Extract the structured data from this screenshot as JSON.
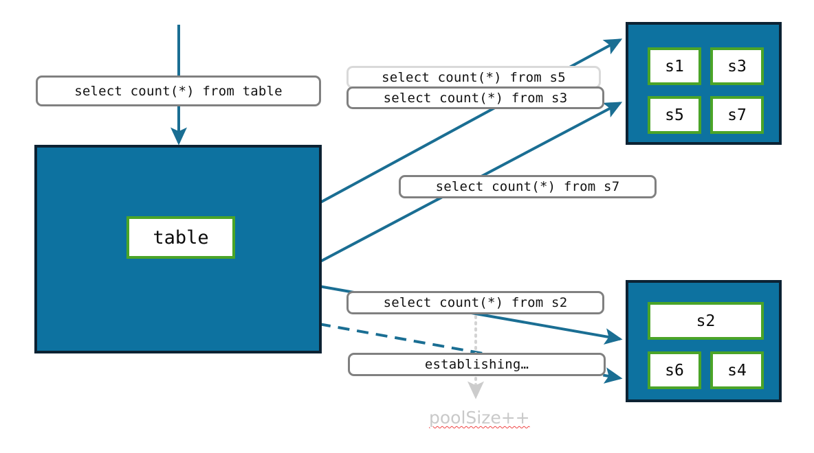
{
  "diagram": {
    "title": "connection pool query routing diagram",
    "colors": {
      "pool_fill": "#0d72a0",
      "pool_border": "#0c2233",
      "node_border": "#4ba428",
      "node_fill": "#ffffff",
      "edge": "#1a6e93",
      "label_border": "#808080",
      "label_border_light": "#d9d9d9",
      "ghost_text": "#c9c9c9",
      "spellcheck_underline": "#ef4444",
      "background": "#ffffff"
    },
    "main_pool": {
      "name": "table-pool",
      "node_label": "table"
    },
    "top_pool": {
      "name": "top-session-pool",
      "nodes": [
        "s1",
        "s3",
        "s5",
        "s7"
      ]
    },
    "bottom_pool": {
      "name": "bottom-session-pool",
      "nodes": [
        "s2",
        "s6",
        "s4"
      ]
    },
    "labels": {
      "entry_query": "select count(*) from table",
      "query_s5": "select count(*) from s5",
      "query_s3": "select count(*) from s3",
      "query_s7": "select count(*) from s7",
      "query_s2": "select count(*) from s2",
      "establishing": "establishing…",
      "pool_size_increment": "poolSize++"
    },
    "edges": [
      {
        "name": "entry-arrow",
        "from": "top",
        "to": "table-pool",
        "style": "solid"
      },
      {
        "name": "table-to-s5-arrow",
        "from": "table-pool",
        "to": "top-session-pool",
        "style": "solid"
      },
      {
        "name": "table-to-s3-arrow",
        "from": "table-pool",
        "to": "top-session-pool",
        "style": "solid"
      },
      {
        "name": "table-to-s2-arrow",
        "from": "table-pool",
        "to": "bottom-session-pool",
        "style": "solid"
      },
      {
        "name": "table-to-new-session-arrow",
        "from": "table-pool",
        "to": "bottom-session-pool",
        "style": "dashed"
      },
      {
        "name": "establishing-to-poolsize-arrow",
        "from": "establishing",
        "to": "poolSize++",
        "style": "dotted"
      }
    ]
  }
}
